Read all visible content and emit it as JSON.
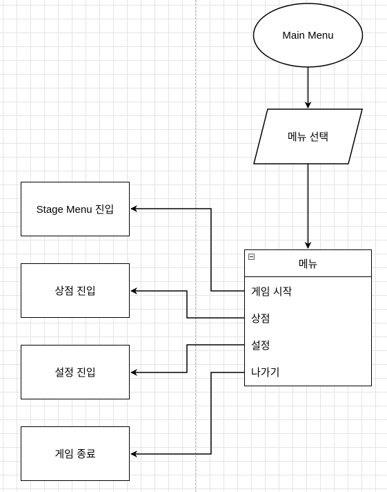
{
  "diagram": {
    "start_node": "Main Menu",
    "input_node": "메뉴 선택",
    "menu": {
      "title": "메뉴",
      "items": [
        "게임 시작",
        "상점",
        "설정",
        "나가기"
      ]
    },
    "outcomes": [
      "Stage Menu 진입",
      "상점 진입",
      "설정 진입",
      "게임 종료"
    ]
  }
}
